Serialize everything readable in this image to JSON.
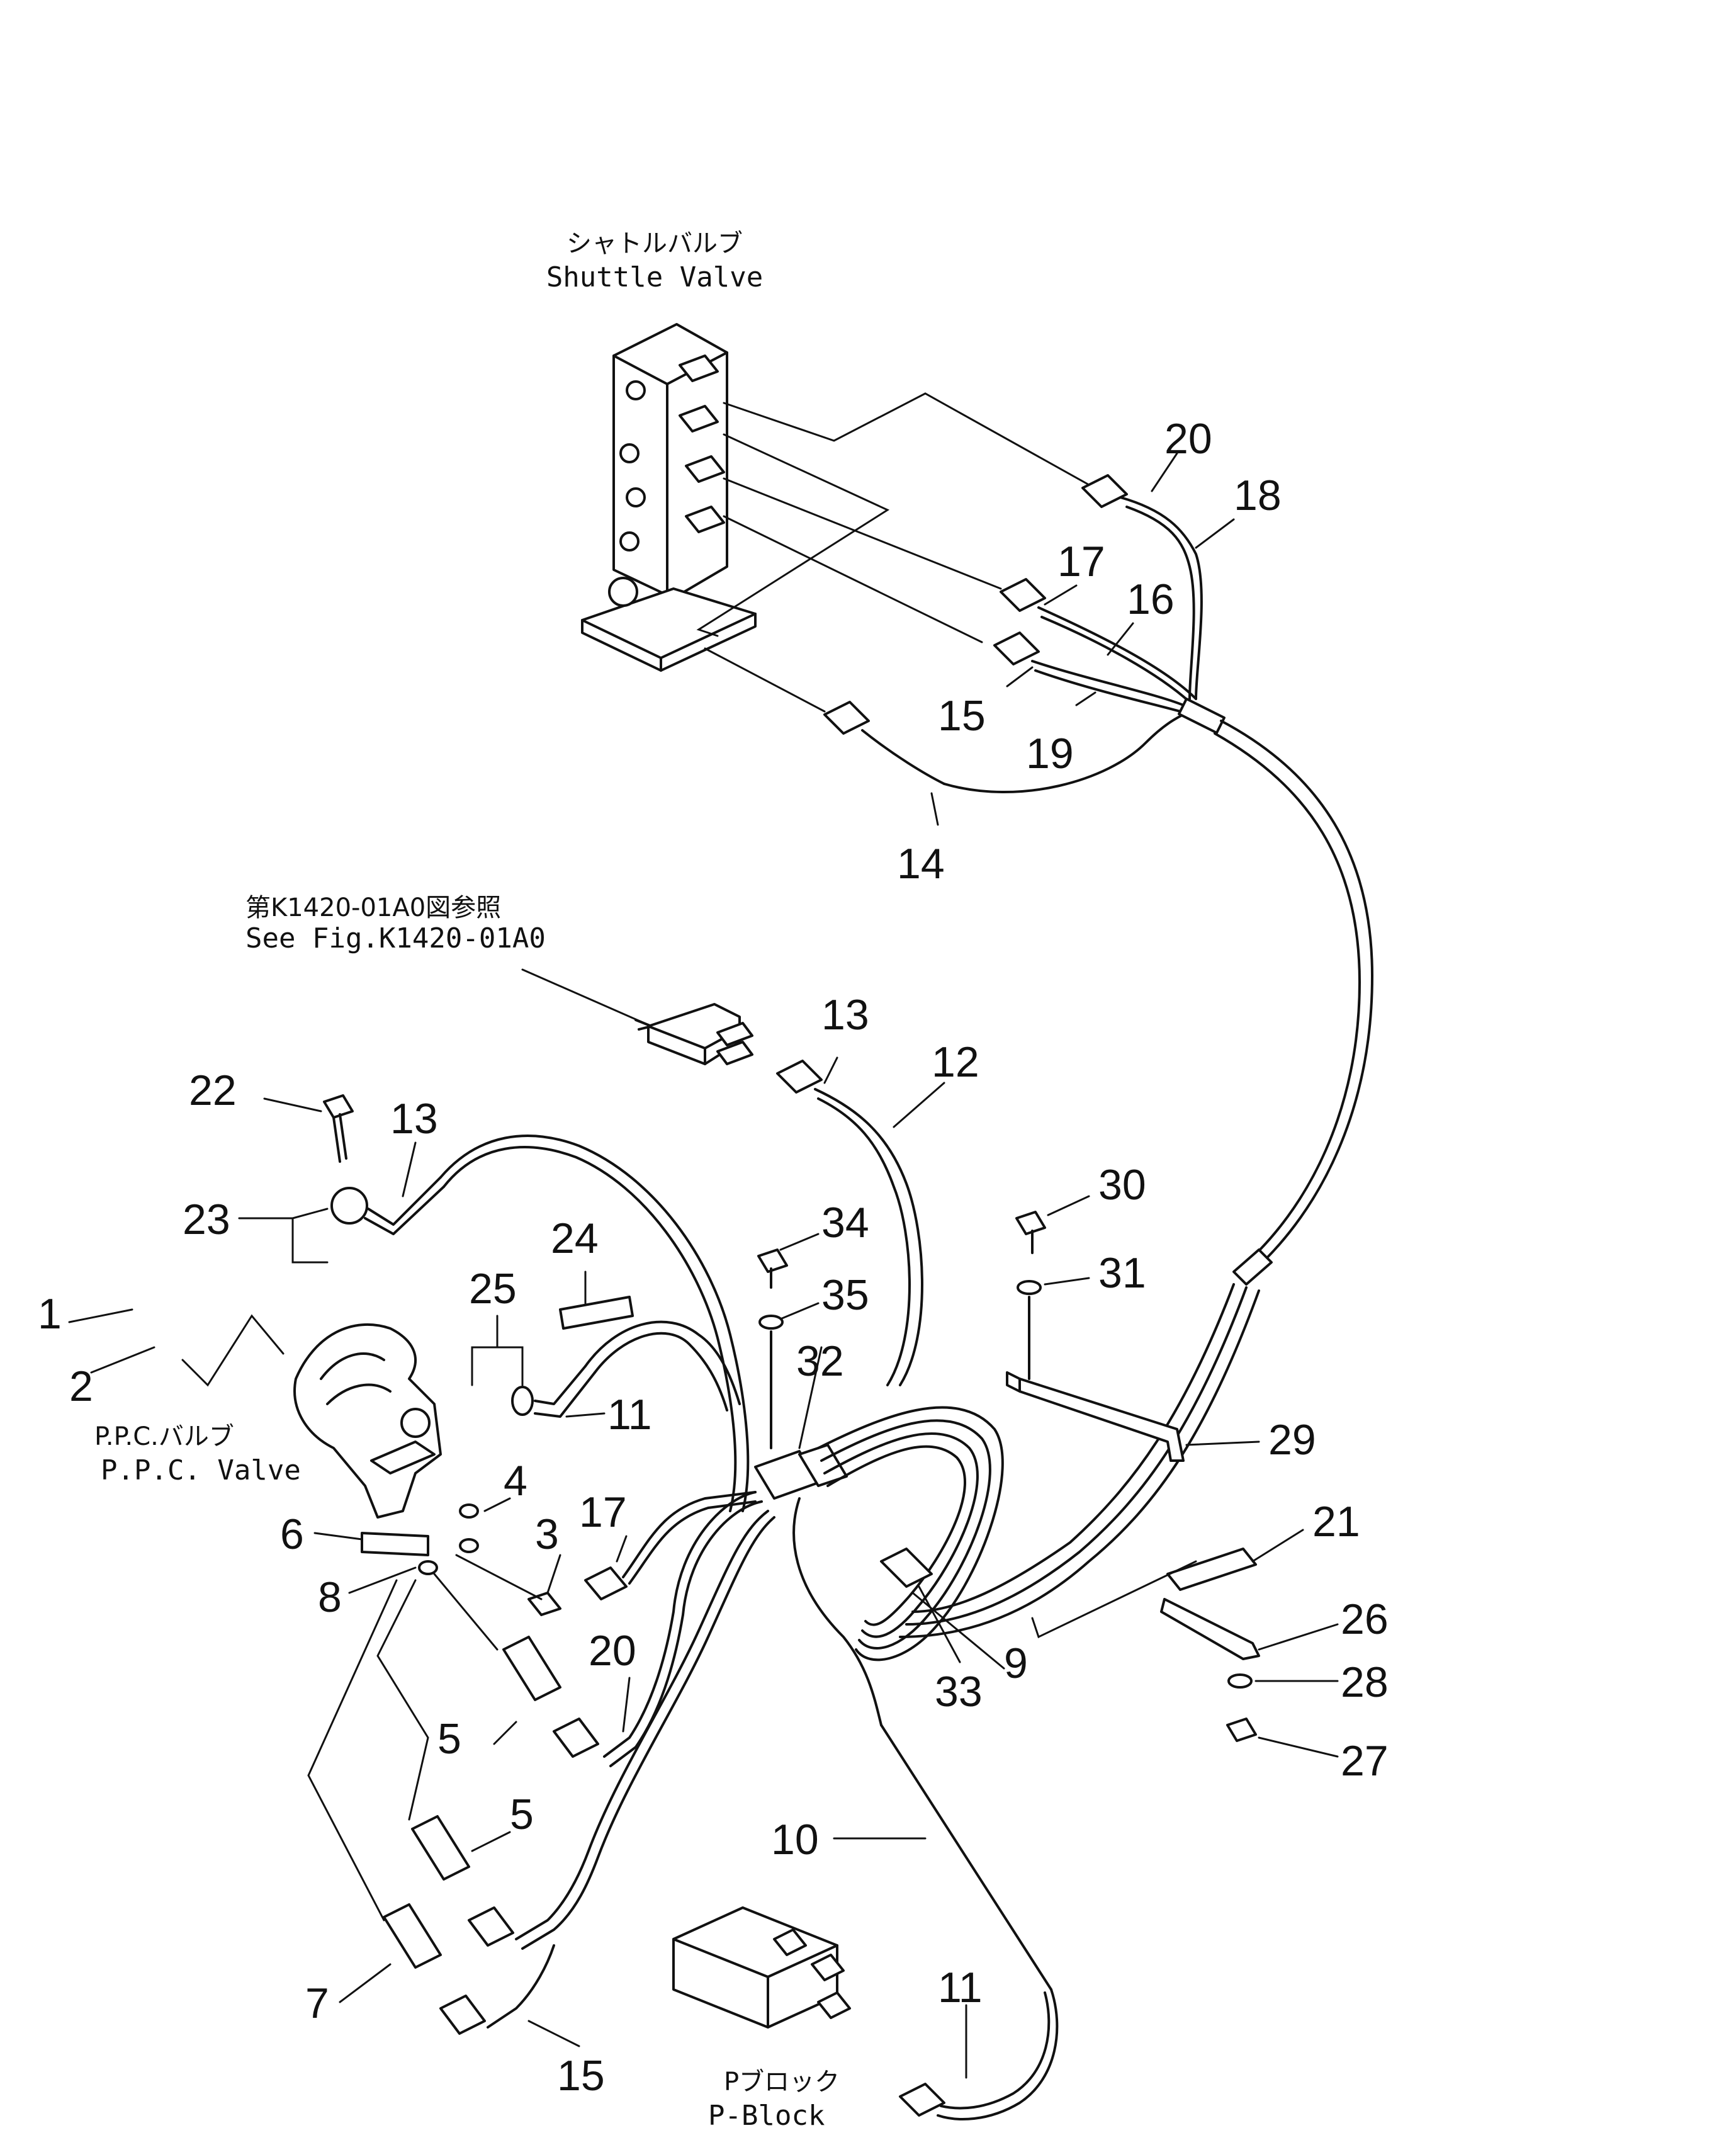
{
  "captions": {
    "shuttle_valve_jp": "シャトルバルブ",
    "shuttle_valve_en": "Shuttle Valve",
    "see_fig_jp": "第K1420-01A0図参照",
    "see_fig_en": "See Fig.K1420-01A0",
    "ppc_valve_jp": "P.P.C.バルブ",
    "ppc_valve_en": "P.P.C. Valve",
    "p_block_jp": "Pブロック",
    "p_block_en": "P-Block"
  },
  "callouts": [
    {
      "id": "c1",
      "label": "1"
    },
    {
      "id": "c2",
      "label": "2"
    },
    {
      "id": "c3",
      "label": "3"
    },
    {
      "id": "c4",
      "label": "4"
    },
    {
      "id": "c5a",
      "label": "5"
    },
    {
      "id": "c5b",
      "label": "5"
    },
    {
      "id": "c6",
      "label": "6"
    },
    {
      "id": "c7",
      "label": "7"
    },
    {
      "id": "c8",
      "label": "8"
    },
    {
      "id": "c9",
      "label": "9"
    },
    {
      "id": "c10",
      "label": "10"
    },
    {
      "id": "c11a",
      "label": "11"
    },
    {
      "id": "c11b",
      "label": "11"
    },
    {
      "id": "c12",
      "label": "12"
    },
    {
      "id": "c13a",
      "label": "13"
    },
    {
      "id": "c13b",
      "label": "13"
    },
    {
      "id": "c14",
      "label": "14"
    },
    {
      "id": "c15a",
      "label": "15"
    },
    {
      "id": "c15b",
      "label": "15"
    },
    {
      "id": "c16",
      "label": "16"
    },
    {
      "id": "c17a",
      "label": "17"
    },
    {
      "id": "c17b",
      "label": "17"
    },
    {
      "id": "c18",
      "label": "18"
    },
    {
      "id": "c19",
      "label": "19"
    },
    {
      "id": "c20a",
      "label": "20"
    },
    {
      "id": "c20b",
      "label": "20"
    },
    {
      "id": "c21",
      "label": "21"
    },
    {
      "id": "c22",
      "label": "22"
    },
    {
      "id": "c23",
      "label": "23"
    },
    {
      "id": "c24",
      "label": "24"
    },
    {
      "id": "c25",
      "label": "25"
    },
    {
      "id": "c26",
      "label": "26"
    },
    {
      "id": "c27",
      "label": "27"
    },
    {
      "id": "c28",
      "label": "28"
    },
    {
      "id": "c29",
      "label": "29"
    },
    {
      "id": "c30",
      "label": "30"
    },
    {
      "id": "c31",
      "label": "31"
    },
    {
      "id": "c32",
      "label": "32"
    },
    {
      "id": "c33",
      "label": "33"
    },
    {
      "id": "c34",
      "label": "34"
    },
    {
      "id": "c35",
      "label": "35"
    }
  ]
}
